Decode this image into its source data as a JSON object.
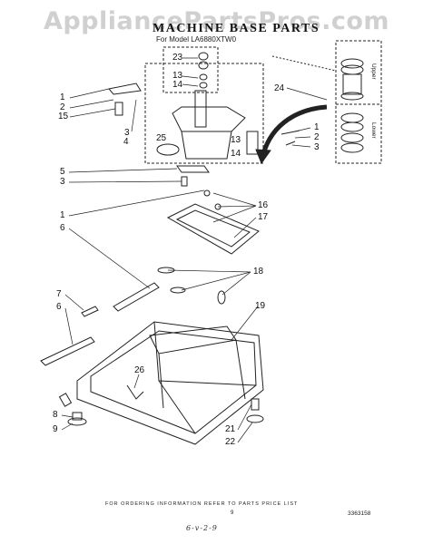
{
  "watermark": "AppliancePartsPros.com",
  "title": "MACHINE BASE PARTS",
  "model": "For Model LA6880XTW0",
  "callouts": [
    {
      "id": "c23",
      "text": "23"
    },
    {
      "id": "c13a",
      "text": "13"
    },
    {
      "id": "c14a",
      "text": "14"
    },
    {
      "id": "c24",
      "text": "24"
    },
    {
      "id": "c1a",
      "text": "1"
    },
    {
      "id": "c2a",
      "text": "2"
    },
    {
      "id": "c15",
      "text": "15"
    },
    {
      "id": "c3a",
      "text": "3"
    },
    {
      "id": "c4",
      "text": "4"
    },
    {
      "id": "c25",
      "text": "25"
    },
    {
      "id": "c13b",
      "text": "13"
    },
    {
      "id": "c14b",
      "text": "14"
    },
    {
      "id": "c1b",
      "text": "1"
    },
    {
      "id": "c2b",
      "text": "2"
    },
    {
      "id": "c3b",
      "text": "3"
    },
    {
      "id": "c5",
      "text": "5"
    },
    {
      "id": "c3c",
      "text": "3"
    },
    {
      "id": "c16",
      "text": "16"
    },
    {
      "id": "c17",
      "text": "17"
    },
    {
      "id": "c1c",
      "text": "1"
    },
    {
      "id": "c6a",
      "text": "6"
    },
    {
      "id": "c18",
      "text": "18"
    },
    {
      "id": "c7",
      "text": "7"
    },
    {
      "id": "c6b",
      "text": "6"
    },
    {
      "id": "c19",
      "text": "19"
    },
    {
      "id": "c26",
      "text": "26"
    },
    {
      "id": "c8",
      "text": "8"
    },
    {
      "id": "c9",
      "text": "9"
    },
    {
      "id": "c21",
      "text": "21"
    },
    {
      "id": "c22",
      "text": "22"
    }
  ],
  "inset_labels": {
    "upper": "Upper",
    "lower": "Lower"
  },
  "footer": "FOR ORDERING INFORMATION REFER TO PARTS PRICE LIST",
  "page_number": "9",
  "doc_number": "3363158",
  "handwritten": "6-v-2-9"
}
